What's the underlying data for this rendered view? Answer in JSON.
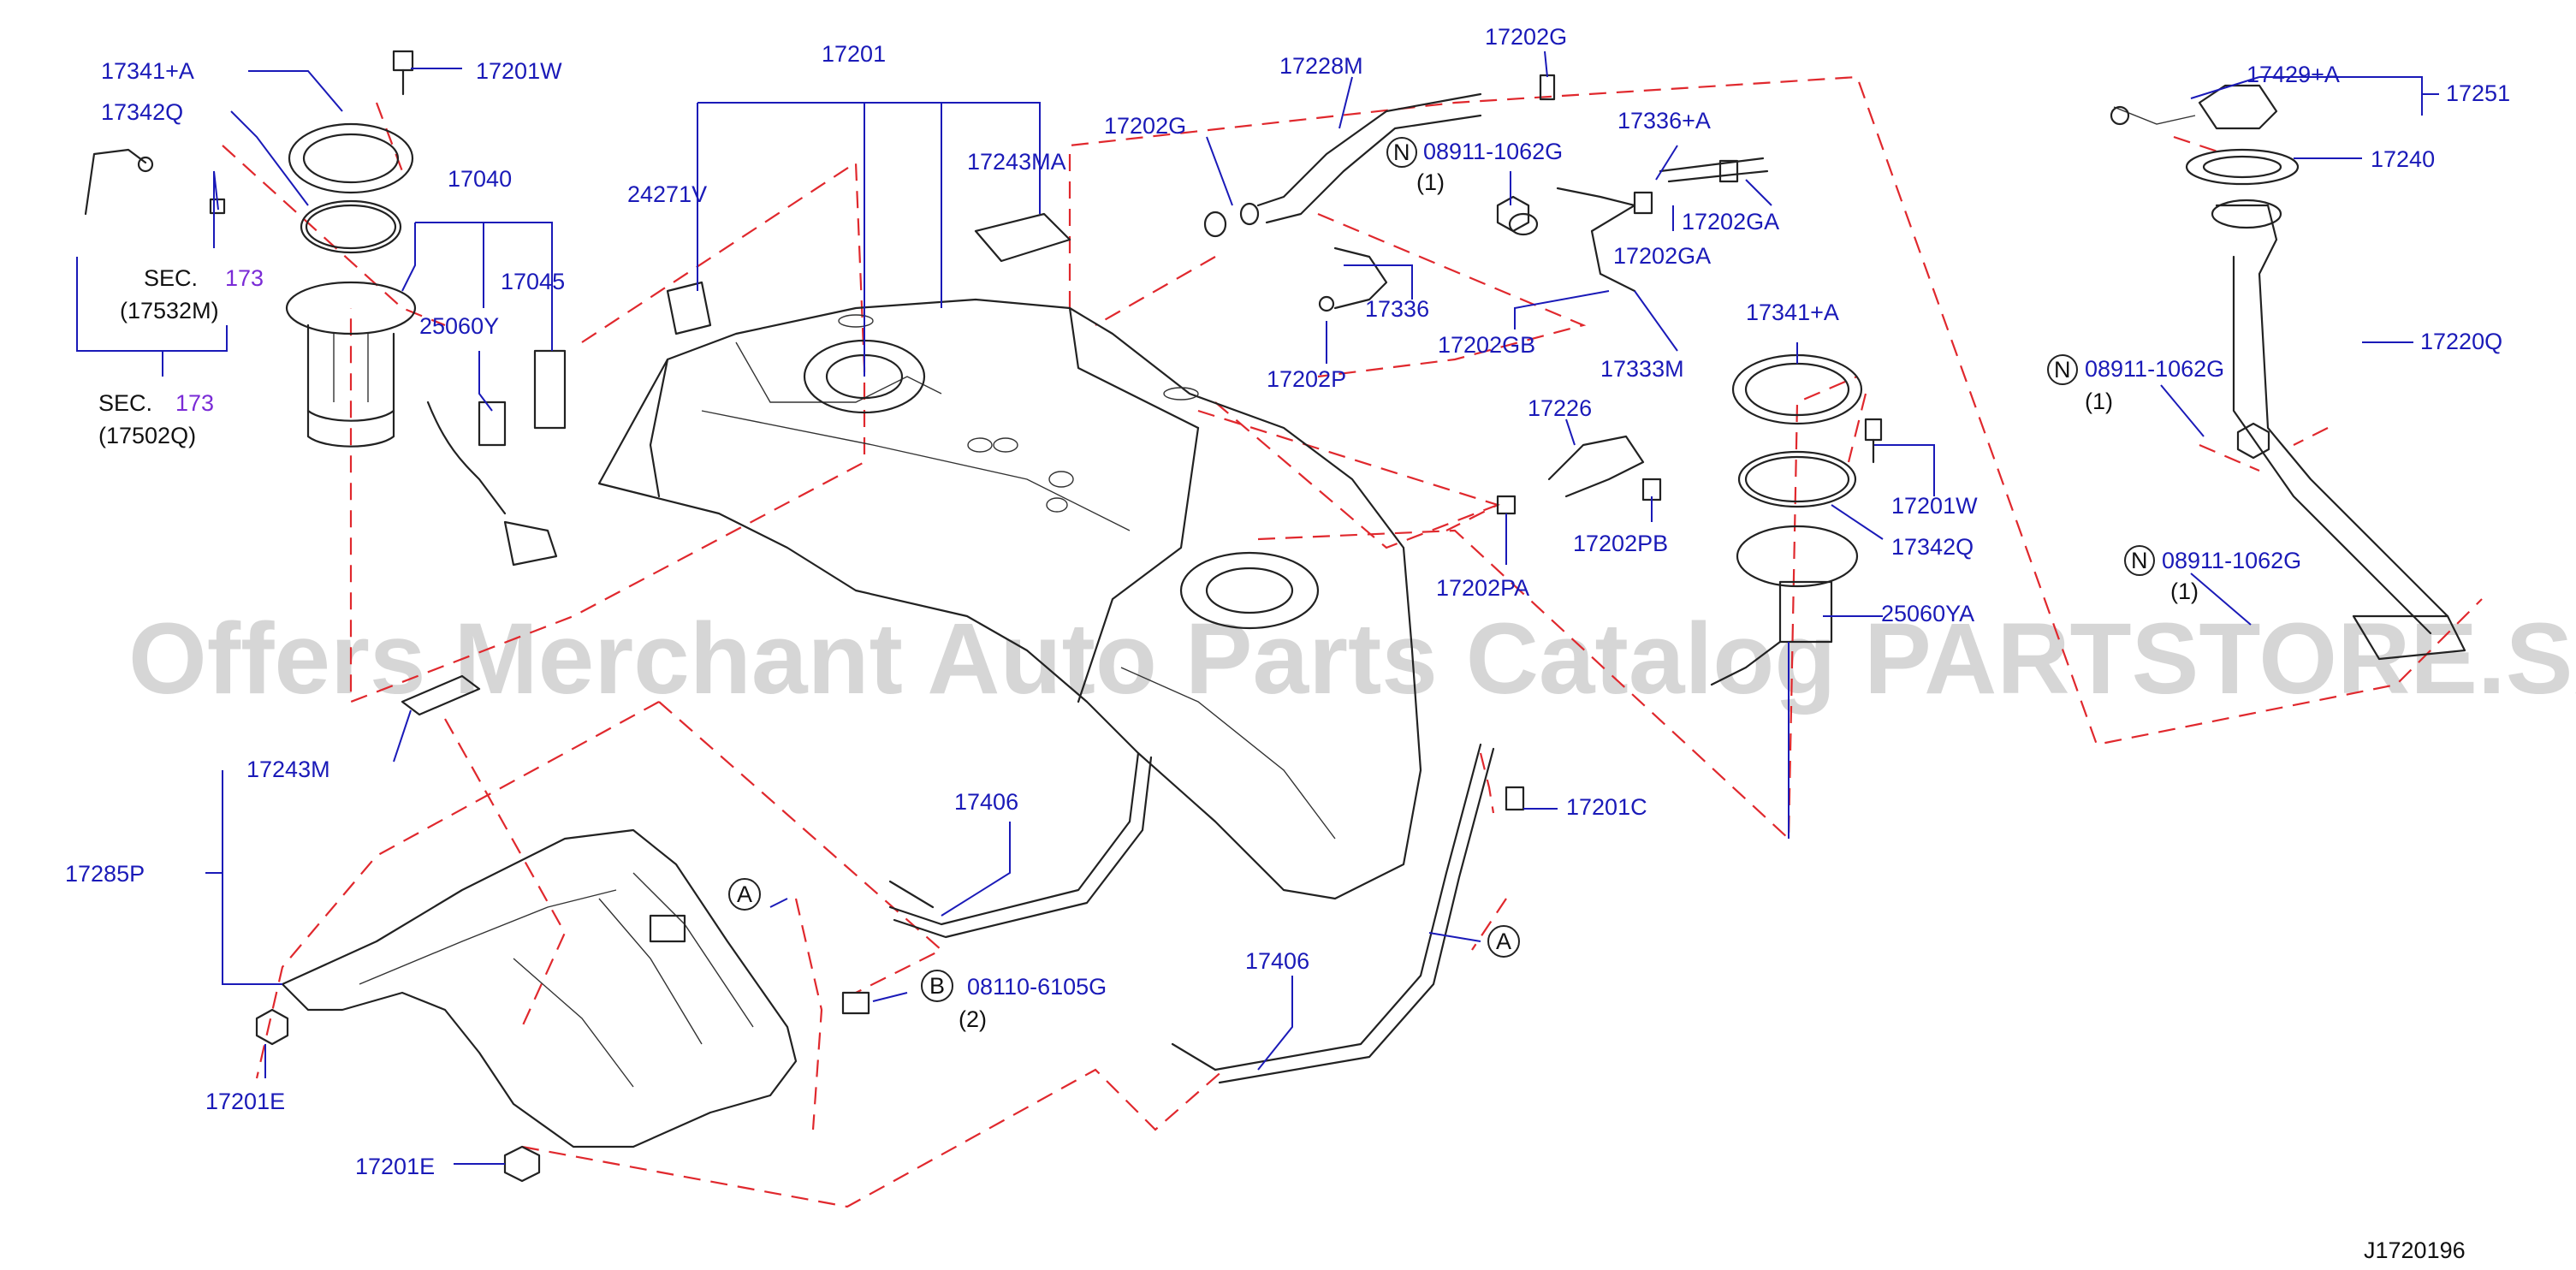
{
  "diagram_id": "J1720196",
  "watermark": "Offers Merchant Auto Parts Catalog PARTSTORE.SA",
  "colors": {
    "label": "#1a1ab8",
    "leader": "#1a1ab8",
    "dashed": "#e0282d",
    "section": "#7a2bd6",
    "watermark": "#b5b5b5"
  },
  "labels": {
    "p17341A_top": "17341+A",
    "p17201W_top": "17201W",
    "p17342Q_top": "17342Q",
    "p17040": "17040",
    "p17045": "17045",
    "p25060Y": "25060Y",
    "p17201": "17201",
    "p24271V": "24271V",
    "p17243MA": "17243MA",
    "p17228M": "17228M",
    "p17202G_top": "17202G",
    "p17202G_mid": "17202G",
    "n08911_1062G_a": "08911-1062G",
    "qty1_a": "(1)",
    "p17336A": "17336+A",
    "p17202GA_a": "17202GA",
    "p17202GA_b": "17202GA",
    "p17336": "17336",
    "p17202P": "17202P",
    "p17202GB": "17202GB",
    "p17333M": "17333M",
    "p17341A_right": "17341+A",
    "p17226": "17226",
    "p17201W_right": "17201W",
    "p17202PB": "17202PB",
    "p17202PA": "17202PA",
    "p17342Q_right": "17342Q",
    "p25060YA": "25060YA",
    "p17429A": "17429+A",
    "p17251": "17251",
    "p17240": "17240",
    "p17220Q": "17220Q",
    "n08911_1062G_b": "08911-1062G",
    "qty1_b": "(1)",
    "n08911_1062G_c": "08911-1062G",
    "qty1_c": "(1)",
    "p17243M": "17243M",
    "p17285P": "17285P",
    "p17201E_a": "17201E",
    "p17201E_b": "17201E",
    "p17406_a": "17406",
    "p17406_b": "17406",
    "b08110_6105G": "08110-6105G",
    "qty2": "(2)",
    "p17201C": "17201C",
    "sec_word_1": "SEC.",
    "sec_num_1": "173",
    "sec_ref_1": "(17532M)",
    "sec_word_2": "SEC.",
    "sec_num_2": "173",
    "sec_ref_2": "(17502Q)",
    "circle_A_1": "A",
    "circle_A_2": "A",
    "circle_N_1": "N",
    "circle_N_2": "N",
    "circle_N_3": "N",
    "circle_B": "B"
  }
}
